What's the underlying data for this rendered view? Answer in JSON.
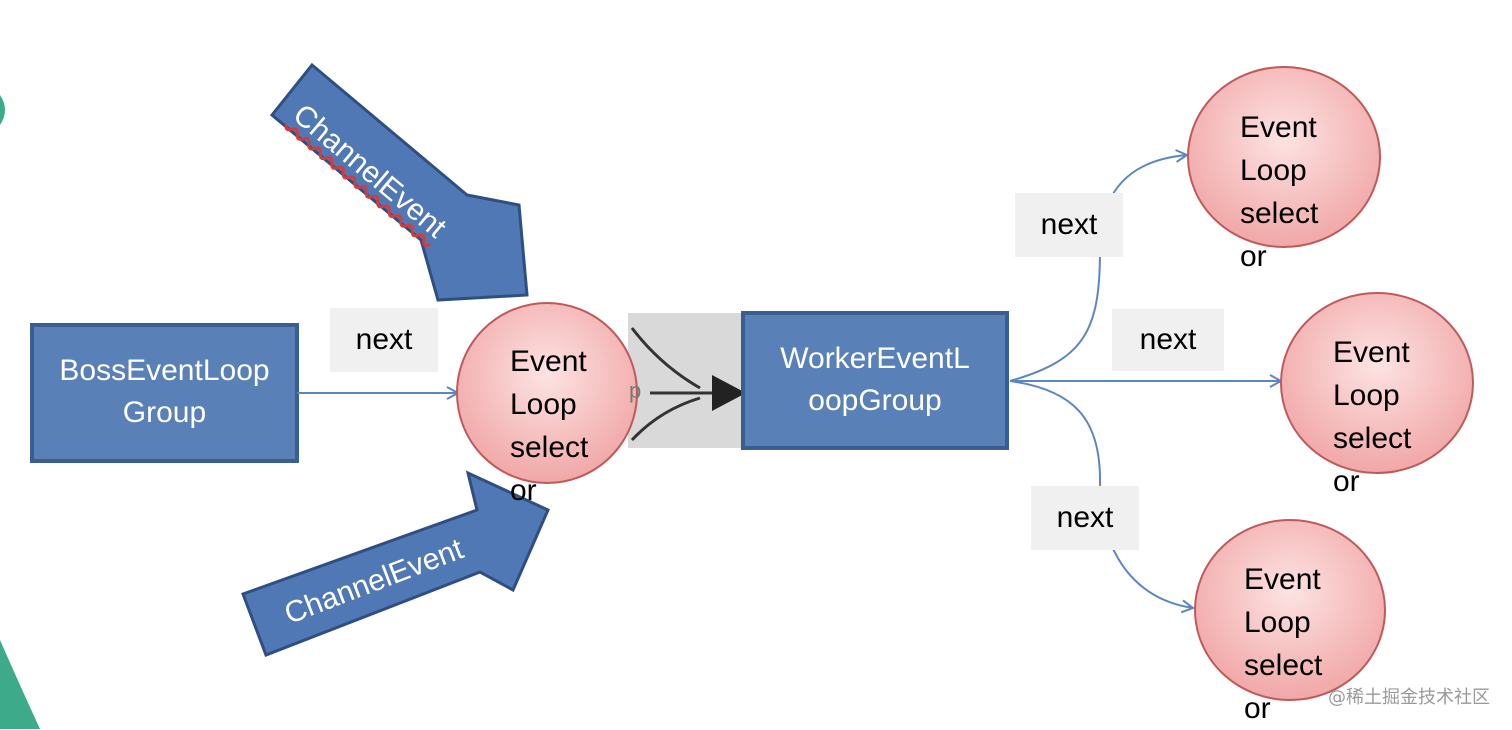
{
  "boss_group": {
    "line1": "BossEventLoop",
    "line2": "Group"
  },
  "worker_group": {
    "line1": "WorkerEventL",
    "line2": "oopGroup"
  },
  "channel_event_label": "ChannelEvent",
  "next_label": "next",
  "event_loop_selector": {
    "text": "Event\nLoop\nselect\nor"
  },
  "pipeline_fragment": "p",
  "watermark": "@稀土掘金技术社区",
  "colors": {
    "group_fill": "#5a80b8",
    "group_border": "#3b5e91",
    "circle_fill": "#f4b6b6",
    "circle_border": "#c05a5a",
    "arrow_fill": "#4f78b5",
    "arrow_border": "#2f4f82",
    "connector": "#5a86c4",
    "teal_accent": "#3daa8a"
  }
}
